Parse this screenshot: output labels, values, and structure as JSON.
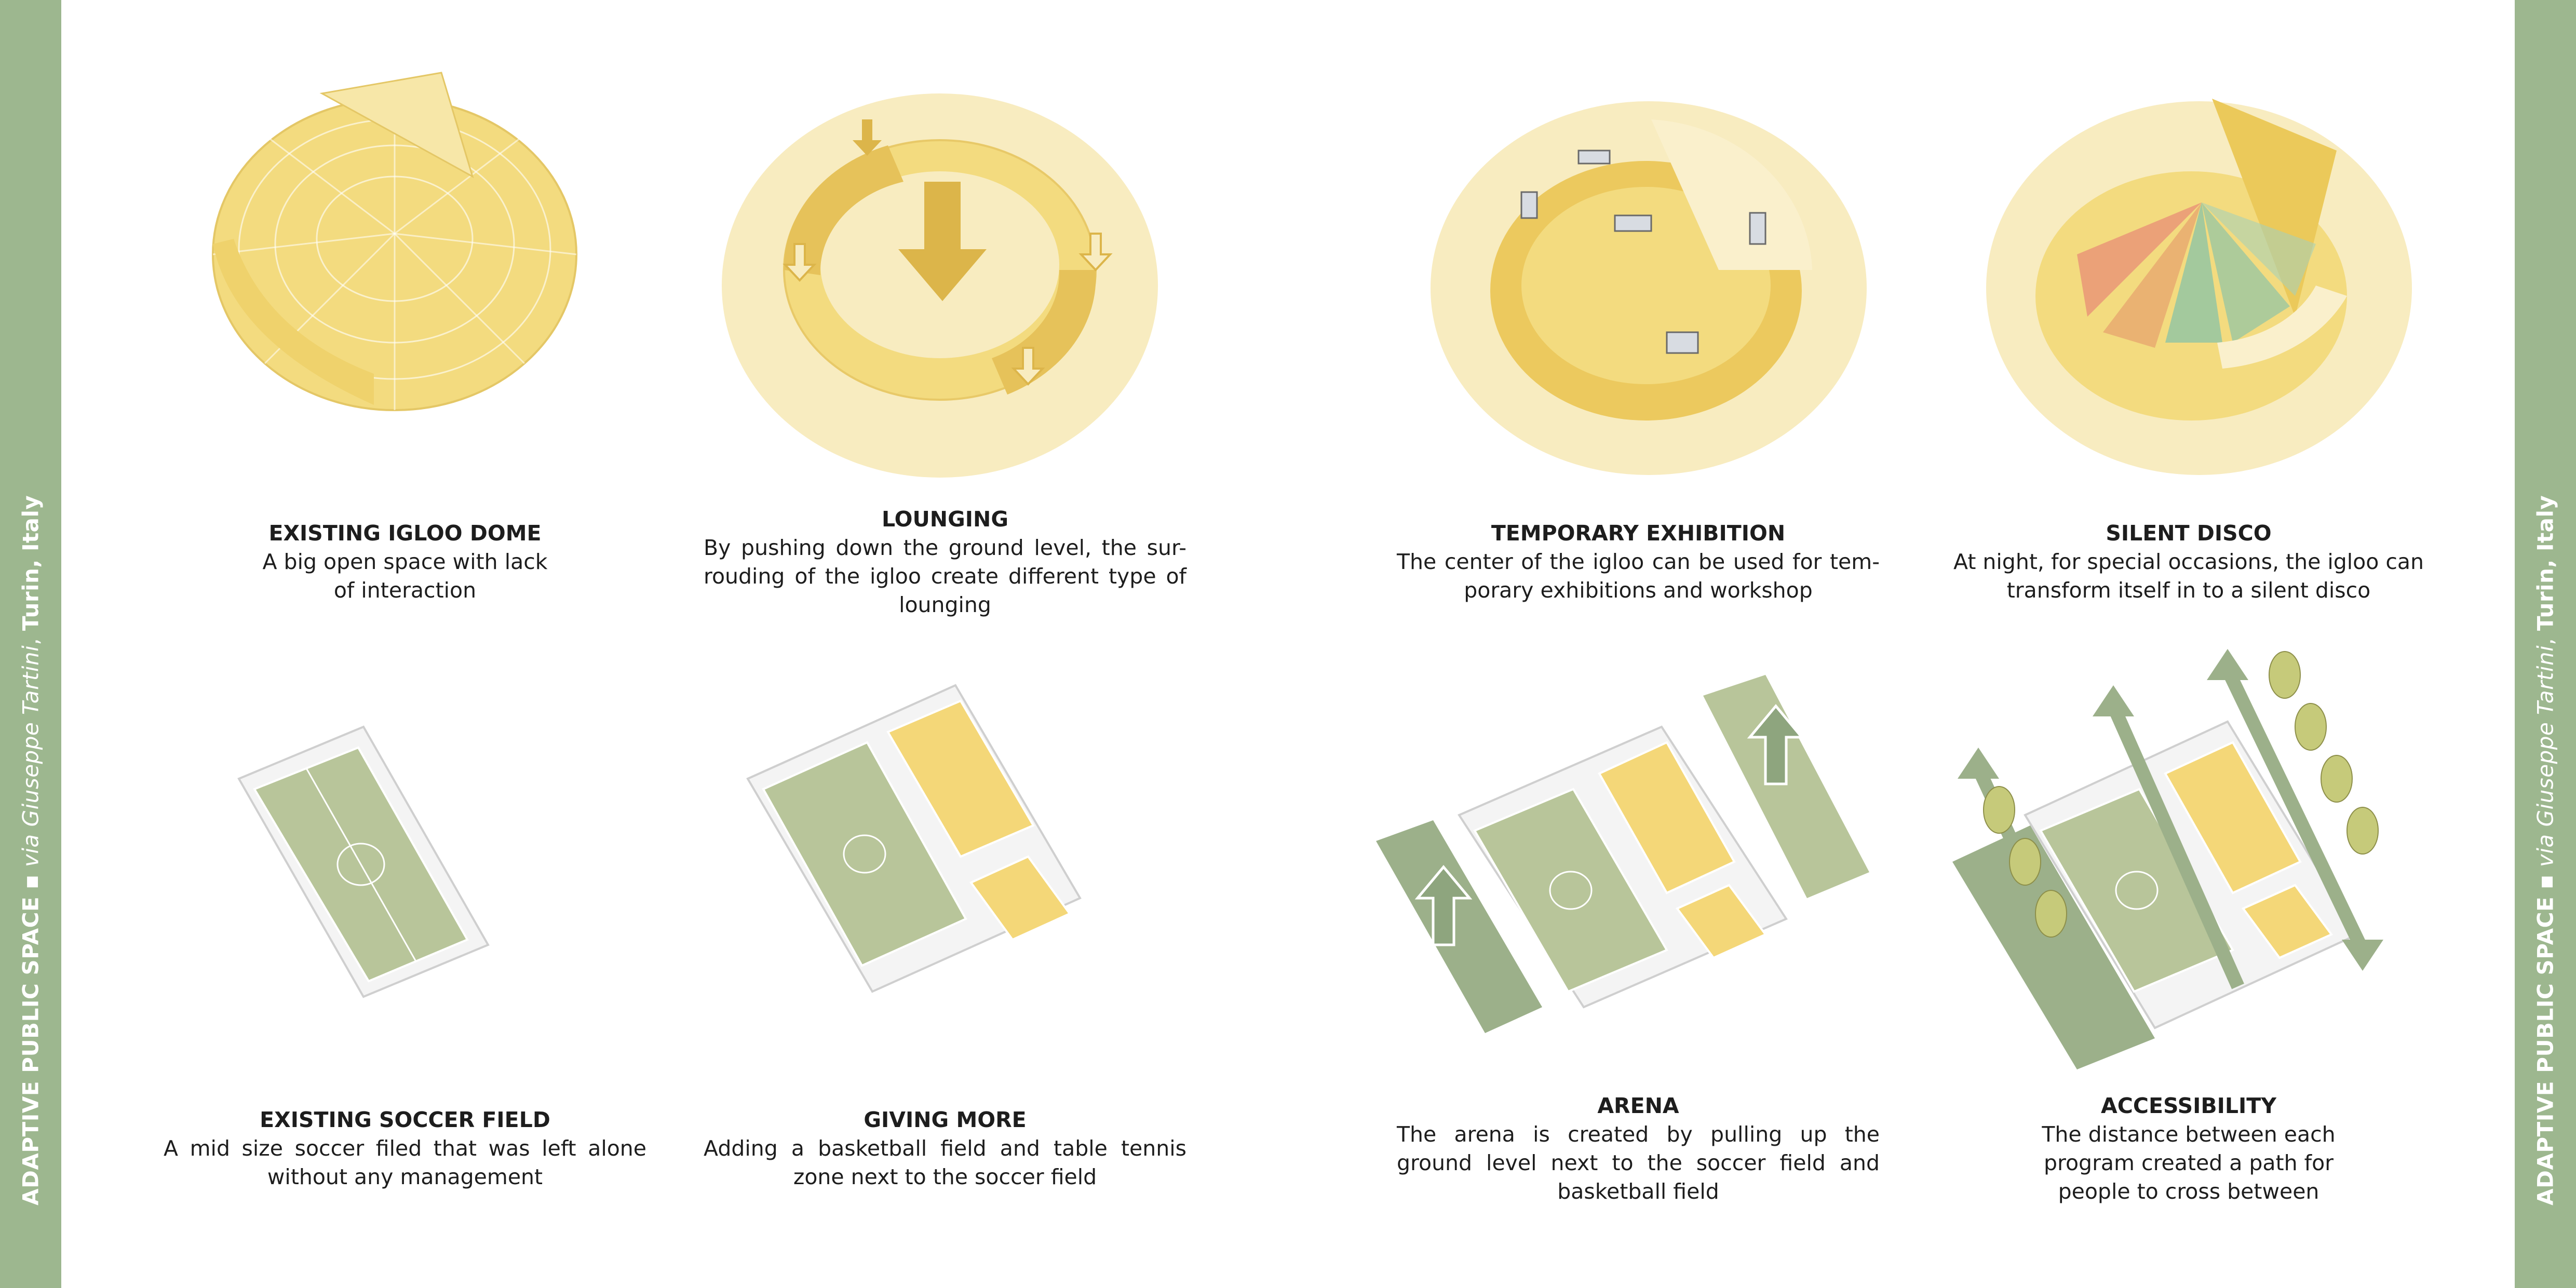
{
  "sidebar": {
    "project": "ADAPTIVE PUBLIC SPACE",
    "separator": "▪",
    "via": "via Giuseppe Tartini",
    "city": "Turin, Italy"
  },
  "panels": [
    {
      "title": "EXISTING IGLOO DOME",
      "body": "A big open space with lack of interaction"
    },
    {
      "title": "LOUNGING",
      "body": "By pushing down the ground level, the sur-rouding of the igloo create different type of lounging"
    },
    {
      "title": "TEMPORARY EXHIBITION",
      "body": "The center of the igloo can be used for tem-porary exhibitions and workshop"
    },
    {
      "title": "SILENT DISCO",
      "body": "At night, for special occasions, the igloo can transform itself in to a silent disco"
    },
    {
      "title": "EXISTING SOCCER FIELD",
      "body": "A mid size soccer filed that was left alone without any management"
    },
    {
      "title": "GIVING MORE",
      "body": "Adding a basketball field and table tennis zone next to the soccer field"
    },
    {
      "title": "ARENA",
      "body": "The arena is created by pulling up the ground level next to the soccer field and basketball field"
    },
    {
      "title": "ACCESSIBILITY",
      "body": "The distance between each program created a path for people to cross between"
    }
  ],
  "colors": {
    "sidebar": "#9db78f",
    "dome_yellow": "#f3db7f",
    "dome_pale": "#f8ecc0",
    "field_green": "#b8c59a",
    "court_yellow": "#f4d778",
    "arrow_gold": "#dcb54a",
    "arrow_green": "#9cb08a"
  }
}
